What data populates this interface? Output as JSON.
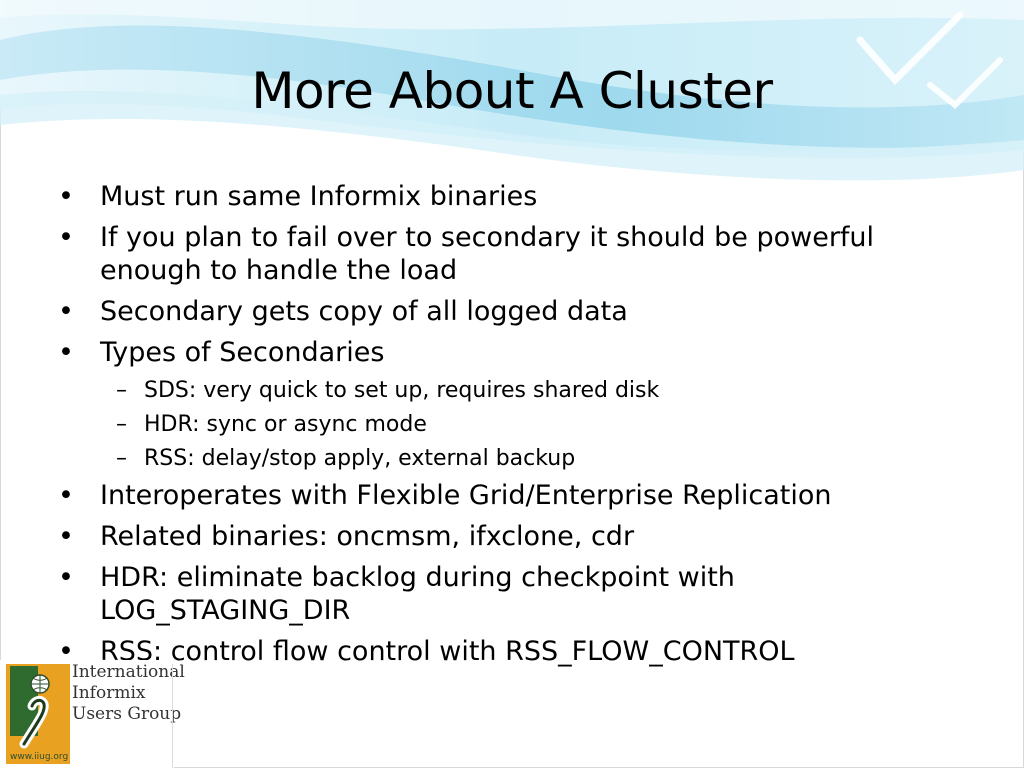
{
  "slide": {
    "title": "More About A Cluster",
    "bullets": [
      {
        "level": 1,
        "text": "Must run same Informix binaries"
      },
      {
        "level": 1,
        "text": "If you plan to fail over to secondary it should be powerful enough to handle the load"
      },
      {
        "level": 1,
        "text": "Secondary gets copy of all logged data"
      },
      {
        "level": 1,
        "text": "Types of Secondaries"
      },
      {
        "level": 2,
        "text": "SDS: very quick to set up, requires shared disk"
      },
      {
        "level": 2,
        "text": "HDR: sync or async mode"
      },
      {
        "level": 2,
        "text": "RSS: delay/stop apply, external backup"
      },
      {
        "level": 1,
        "text": "Interoperates with Flexible Grid/Enterprise Replication"
      },
      {
        "level": 1,
        "text": "Related binaries: oncmsm, ifxclone, cdr"
      },
      {
        "level": 1,
        "text": "HDR: eliminate backlog during checkpoint with LOG_STAGING_DIR"
      },
      {
        "level": 1,
        "text": "RSS: control flow control with RSS_FLOW_CONTROL"
      }
    ],
    "bullet_glyph": "•",
    "sub_bullet_glyph": "–"
  },
  "logo": {
    "line1": "International",
    "line2": "Informix",
    "line3": "Users Group",
    "url": "www.iiug.org",
    "icon": "iiug-logo-icon"
  },
  "colors": {
    "swoosh_light": "#dff3fa",
    "swoosh_mid": "#a9dcef",
    "logo_orange": "#e8a120",
    "logo_green": "#2f6b2f"
  }
}
